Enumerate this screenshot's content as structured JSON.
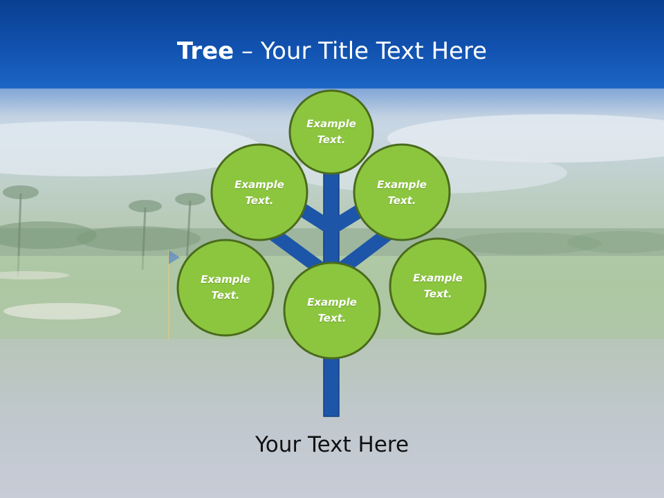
{
  "title": {
    "bold": "Tree",
    "rest": " – Your Title Text Here"
  },
  "nodes": [
    {
      "text": "Example Text."
    },
    {
      "text": "Example Text."
    },
    {
      "text": "Example Text."
    },
    {
      "text": "Example Text."
    },
    {
      "text": "Example Text."
    },
    {
      "text": "Example Text."
    }
  ],
  "caption": "Your Text Here",
  "colors": {
    "header": "#1152b0",
    "trunk": "#1d56a8",
    "node_fill": "#8cc63f",
    "node_stroke": "#4a6b1c",
    "text": "#ffffff"
  }
}
